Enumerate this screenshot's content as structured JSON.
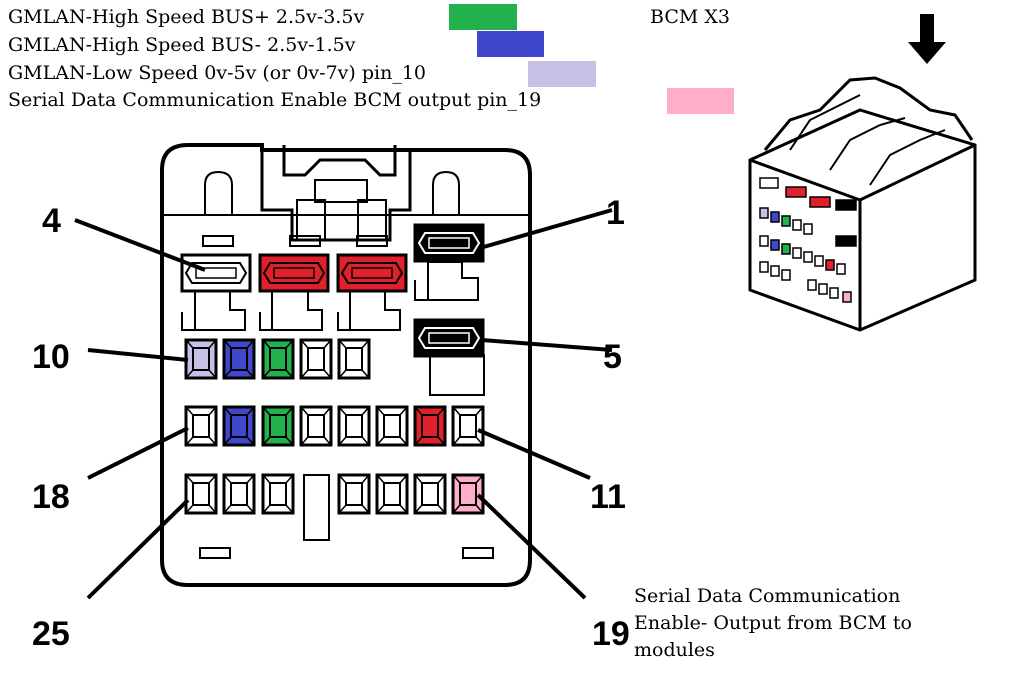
{
  "legend": [
    {
      "label": "GMLAN-High Speed BUS+ 2.5v-3.5v",
      "color": "#22b14c"
    },
    {
      "label": "GMLAN-High Speed BUS- 2.5v-1.5v",
      "color": "#3f48cc"
    },
    {
      "label": "GMLAN-Low Speed 0v-5v (or 0v-7v) pin_10",
      "color": "#c8bfe7"
    },
    {
      "label": "Serial Data Communication Enable BCM output pin_19",
      "color": "#ffaec9"
    }
  ],
  "title": "BCM  X3",
  "pin_labels": {
    "p1": "1",
    "p4": "4",
    "p5": "5",
    "p10": "10",
    "p11": "11",
    "p18": "18",
    "p19": "19",
    "p25": "25"
  },
  "note": "Serial Data Communication Enable- Output from BCM to modules",
  "colors": {
    "green": "#22b14c",
    "blue": "#3f48cc",
    "lavender": "#c8bfe7",
    "pink": "#ffaec9",
    "red": "#e0202a",
    "black": "#000000"
  }
}
